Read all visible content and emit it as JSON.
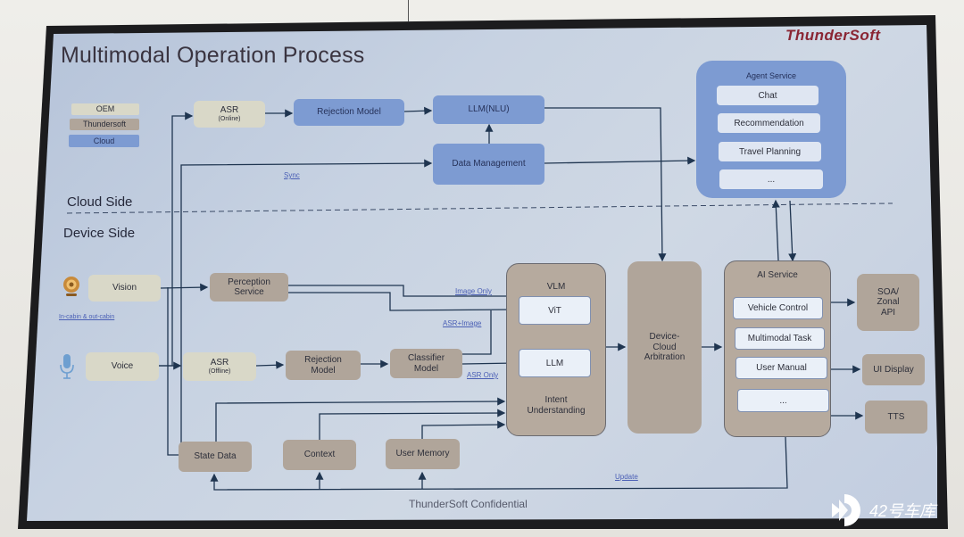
{
  "title": "Multimodal Operation Process",
  "brand_logo": "ThunderSoft",
  "legend": [
    {
      "label": "OEM",
      "color": "#d9d8c8"
    },
    {
      "label": "Thundersoft",
      "color": "#b0a59a"
    },
    {
      "label": "Cloud",
      "color": "#7d9bd2"
    }
  ],
  "sections": {
    "cloud": "Cloud Side",
    "device": "Device Side"
  },
  "cloud_nodes": {
    "asr_online": {
      "label": "ASR",
      "sub": "(Online)"
    },
    "rejection_model": "Rejection Model",
    "llm_nlu": "LLM(NLU)",
    "data_management": "Data Management",
    "sync_label": "Sync"
  },
  "agent_service": {
    "title": "Agent Service",
    "items": [
      "Chat",
      "Recommendation",
      "Travel Planning",
      "..."
    ]
  },
  "inputs": {
    "vision": "Vision",
    "vision_note": "In-cabin & out-cabin",
    "voice": "Voice"
  },
  "device_nodes": {
    "perception_service": [
      "Perception",
      "Service"
    ],
    "asr_offline": {
      "label": "ASR",
      "sub": "(Offline)"
    },
    "rejection_model": [
      "Rejection",
      "Model"
    ],
    "classifier_model": [
      "Classifier",
      "Model"
    ],
    "state_data": "State Data",
    "context": "Context",
    "user_memory": "User Memory"
  },
  "edge_labels": {
    "image_only": "Image Only",
    "asr_image": "ASR+Image",
    "asr_only": "ASR Only",
    "update": "Update"
  },
  "vlm": {
    "title": "VLM",
    "vit": "ViT",
    "llm": "LLM",
    "footer": [
      "Intent",
      "Understanding"
    ]
  },
  "arbitration": [
    "Device-",
    "Cloud",
    "Arbitration"
  ],
  "ai_service": {
    "title": "AI Service",
    "items": [
      "Vehicle Control",
      "Multimodal Task",
      "User Manual",
      "..."
    ]
  },
  "outputs": {
    "soa": [
      "SOA/",
      "Zonal",
      "API"
    ],
    "ui_display": "UI Display",
    "tts": "TTS"
  },
  "footer": "ThunderSoft Confidential",
  "watermark": "42号车库",
  "colors": {
    "oem": "#d9d8c8",
    "thundersoft": "#b0a59a",
    "cloud": "#7d9bd2",
    "arrow": "#1f3550",
    "link": "#4a5fb5",
    "logo": "#8a2533"
  }
}
